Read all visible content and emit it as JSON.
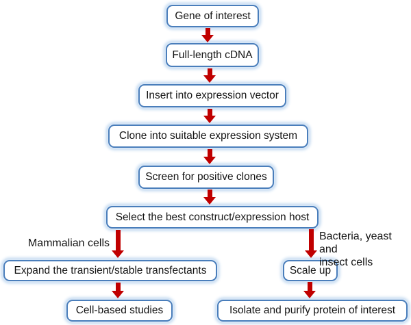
{
  "colors": {
    "box_border": "#4a7ebb",
    "box_glow": "#b9d3ee",
    "arrow": "#c00000",
    "text": "#141414",
    "background": "#ffffff"
  },
  "flowchart": {
    "nodes": [
      {
        "id": "gene-of-interest",
        "label": "Gene of interest"
      },
      {
        "id": "full-length-cdna",
        "label": "Full-length cDNA"
      },
      {
        "id": "insert-into-expression-vector",
        "label": "Insert into expression vector"
      },
      {
        "id": "clone-into-suitable-expression-system",
        "label": "Clone into suitable expression system"
      },
      {
        "id": "screen-for-positive-clones",
        "label": "Screen for positive clones"
      },
      {
        "id": "select-best-construct-expression-host",
        "label": "Select the best construct/expression host"
      },
      {
        "id": "expand-transfectants",
        "label": "Expand the transient/stable transfectants"
      },
      {
        "id": "scale-up",
        "label": "Scale up"
      },
      {
        "id": "cell-based-studies",
        "label": "Cell-based studies"
      },
      {
        "id": "isolate-and-purify",
        "label": "Isolate and purify protein of interest"
      }
    ],
    "branch_labels": {
      "left": "Mammalian cells",
      "right_line1": "Bacteria, yeast and",
      "right_line2": "insect cells"
    },
    "edges": [
      {
        "from": "gene-of-interest",
        "to": "full-length-cdna"
      },
      {
        "from": "full-length-cdna",
        "to": "insert-into-expression-vector"
      },
      {
        "from": "insert-into-expression-vector",
        "to": "clone-into-suitable-expression-system"
      },
      {
        "from": "clone-into-suitable-expression-system",
        "to": "screen-for-positive-clones"
      },
      {
        "from": "screen-for-positive-clones",
        "to": "select-best-construct-expression-host"
      },
      {
        "from": "select-best-construct-expression-host",
        "to": "expand-transfectants",
        "label": "Mammalian cells"
      },
      {
        "from": "select-best-construct-expression-host",
        "to": "scale-up",
        "label": "Bacteria, yeast and insect cells"
      },
      {
        "from": "expand-transfectants",
        "to": "cell-based-studies"
      },
      {
        "from": "scale-up",
        "to": "isolate-and-purify"
      }
    ],
    "arrow_icon": "down-block-arrow"
  }
}
